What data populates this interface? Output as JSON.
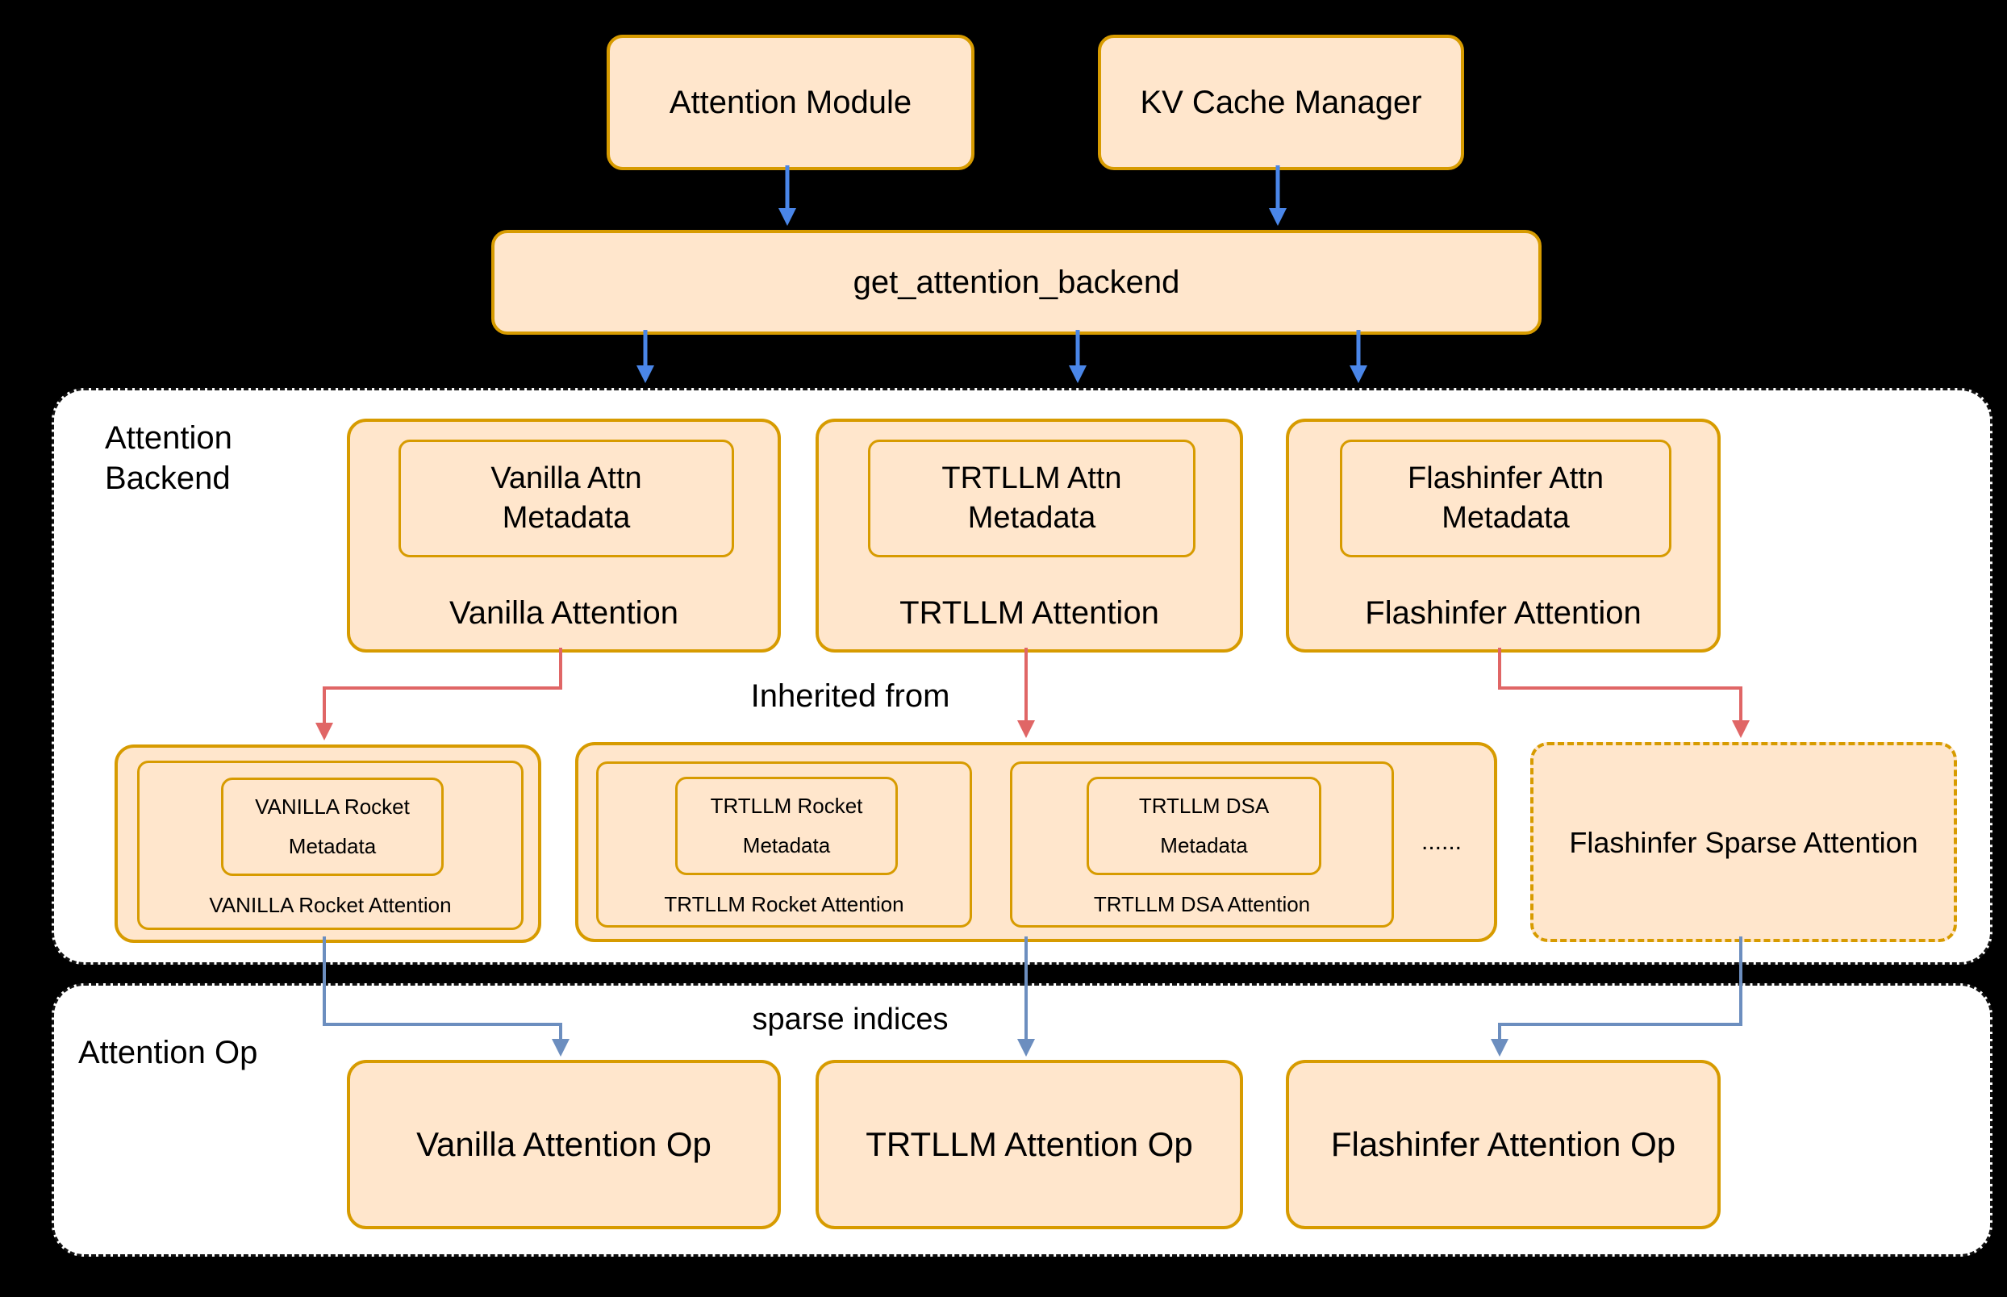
{
  "colors": {
    "background": "#000000",
    "box_fill": "#ffe6cc",
    "box_border": "#d79b00",
    "panel_fill": "#ffffff",
    "panel_border": "#111111",
    "arrow_blue": "#4a86e8",
    "arrow_red": "#e06666",
    "arrow_slate": "#6c8ebf",
    "text": "#000000"
  },
  "top": {
    "attention_module": "Attention Module",
    "kv_cache_manager": "KV Cache Manager",
    "get_attention_backend": "get_attention_backend"
  },
  "backend_section": {
    "label": "Attention\nBackend",
    "inherited_from": "Inherited from",
    "vanilla": {
      "metadata": "Vanilla Attn\nMetadata",
      "name": "Vanilla Attention"
    },
    "trtllm": {
      "metadata": "TRTLLM Attn\nMetadata",
      "name": "TRTLLM Attention"
    },
    "flashinfer": {
      "metadata": "Flashinfer Attn\nMetadata",
      "name": "Flashinfer Attention"
    },
    "vanilla_rocket": {
      "metadata": "VANILLA Rocket\nMetadata",
      "name": "VANILLA Rocket Attention"
    },
    "trtllm_rocket": {
      "metadata": "TRTLLM Rocket\nMetadata",
      "name": "TRTLLM Rocket Attention"
    },
    "trtllm_dsa": {
      "metadata": "TRTLLM DSA\nMetadata",
      "name": "TRTLLM DSA Attention"
    },
    "ellipsis": "......",
    "flashinfer_sparse": "Flashinfer Sparse Attention"
  },
  "op_section": {
    "label": "Attention Op",
    "sparse_indices": "sparse indices",
    "vanilla_op": "Vanilla Attention Op",
    "trtllm_op": "TRTLLM Attention Op",
    "flashinfer_op": "Flashinfer Attention Op"
  }
}
